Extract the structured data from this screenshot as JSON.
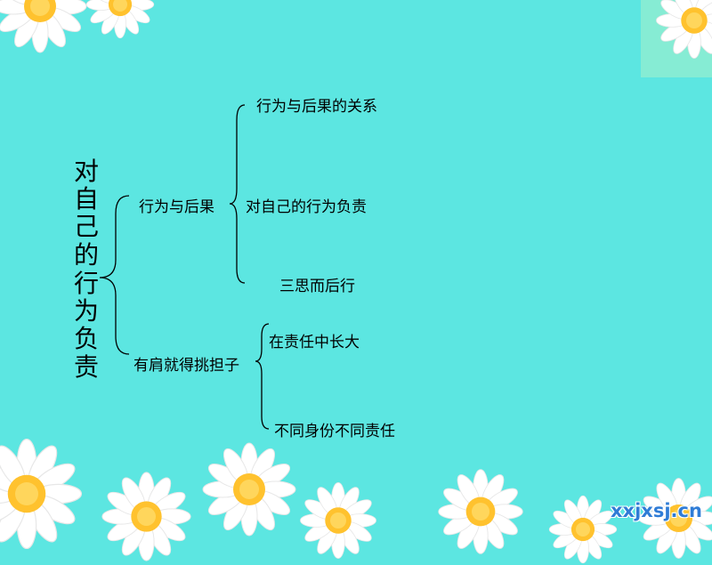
{
  "title_chars": [
    "对",
    "自",
    "己",
    "的",
    "行",
    "为",
    "负",
    "责"
  ],
  "branches": {
    "consequences": {
      "label": "行为与后果",
      "children": [
        "行为与后果的关系",
        "对自己的行为负责",
        "三思而后行"
      ]
    },
    "shoulders": {
      "label": "有肩就得挑担子",
      "children": [
        "在责任中长大",
        "不同身份不同责任"
      ]
    }
  },
  "watermark": "xxjxsj.cn",
  "colors": {
    "background": "#5ce6e1",
    "petal": "#ffffff",
    "flower_center": "#ffc22e",
    "lines": "#000000"
  }
}
